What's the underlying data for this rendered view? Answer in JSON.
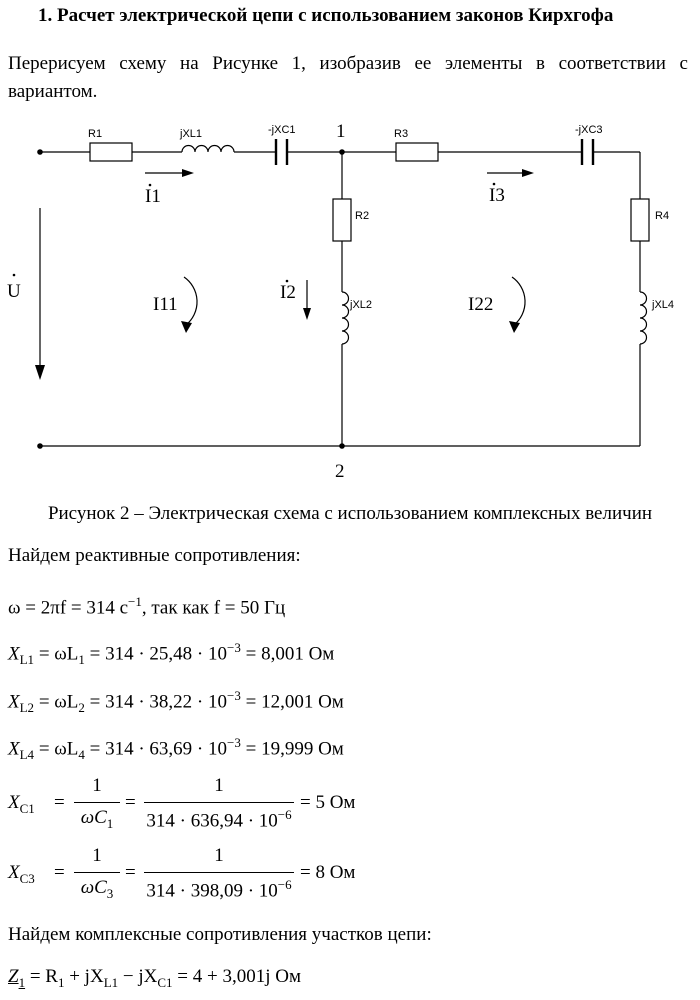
{
  "heading": "1.  Расчет электрической цепи с использованием законов Кирхгофа",
  "intro": {
    "line1": "Перерисуем схему на Рисунке 1, изобразив ее элементы в соответствии с",
    "line2": "вариантом."
  },
  "circuit": {
    "labels": {
      "R1": "R1",
      "jXL1": "jXL1",
      "mjXC1": "-jXC1",
      "node1": "1",
      "R3": "R3",
      "mjXC3": "-jXC3",
      "R2": "R2",
      "R4": "R4",
      "jXL2": "jXL2",
      "jXL4": "jXL4",
      "node2": "2",
      "I1": "I1",
      "I2": "I2",
      "I3": "I3",
      "U": "U",
      "I11": "I11",
      "I22": "I22"
    }
  },
  "caption": "Рисунок 2 – Электрическая схема с использованием комплексных величин",
  "para_reactive": "Найдем реактивные сопротивления:",
  "omega": {
    "formula": "ω = 2πf = 314 с",
    "exp": "−1",
    "tail": ", так как f = 50 Гц"
  },
  "xl1": {
    "lhs": "X",
    "sub": "L1",
    "rhs1": " = ωL",
    "sub2": "1",
    "rhs2": " = 314 · 25,48 · 10",
    "exp": "−3",
    "result": " = 8,001 Ом"
  },
  "xl2": {
    "lhs": "X",
    "sub": "L2",
    "rhs1": " = ωL",
    "sub2": "2",
    "rhs2": " = 314 · 38,22 · 10",
    "exp": "−3",
    "result": " = 12,001 Ом"
  },
  "xl4": {
    "lhs": "X",
    "sub": "L4",
    "rhs1": " = ωL",
    "sub2": "4",
    "rhs2": " = 314 · 63,69 · 10",
    "exp": "−3",
    "result": " = 19,999 Ом"
  },
  "xc1": {
    "lhs": "X",
    "sub": "C1",
    "eq": "=",
    "num1": "1",
    "den1": "ωC",
    "den1sub": "1",
    "num2": "1",
    "den2": "314 · 636,94 · 10",
    "den2exp": "−6",
    "result": "= 5 Ом"
  },
  "xc3": {
    "lhs": "X",
    "sub": "C3",
    "eq": "=",
    "num1": "1",
    "den1": "ωC",
    "den1sub": "3",
    "num2": "1",
    "den2": "314 · 398,09 · 10",
    "den2exp": "−6",
    "result": "= 8 Ом"
  },
  "para_complex": "Найдем комплексные сопротивления участков цепи:",
  "z1": {
    "lhs": "Z",
    "lhssub": "1",
    "p1": " = R",
    "s1": "1",
    "p2": " + jX",
    "s2": "L1",
    "p3": " − jX",
    "s3": "C1",
    "result": " = 4 + 3,001j Ом"
  }
}
